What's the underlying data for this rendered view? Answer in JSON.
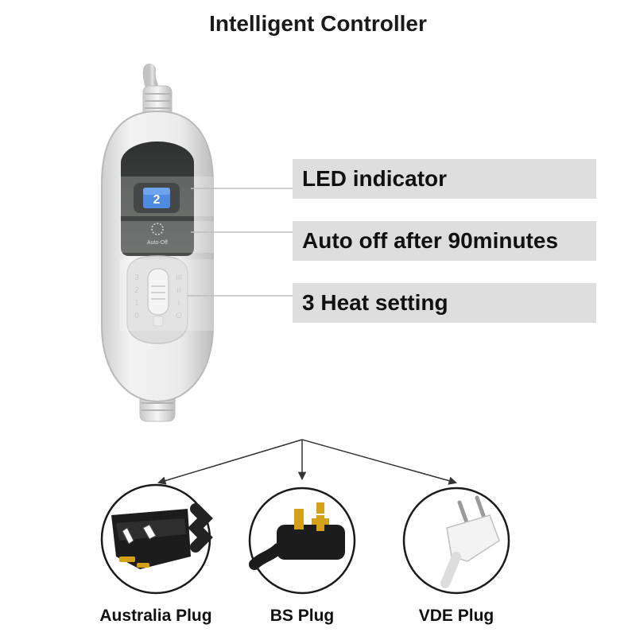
{
  "title": "Intelligent Controller",
  "callouts": {
    "led": "LED indicator",
    "auto_off": "Auto off after 90minutes",
    "heat": "3 Heat setting"
  },
  "controller": {
    "display_digit": "2",
    "auto_off_label": "Auto-Off",
    "heat_levels_left": [
      "3",
      "2",
      "1",
      "0"
    ],
    "heat_levels_right": [
      "III",
      "II",
      "I",
      "O"
    ]
  },
  "plugs": {
    "australia": "Australia Plug",
    "bs": "BS Plug",
    "vde": "VDE Plug"
  },
  "colors": {
    "controller_body": "#e6e6e6",
    "display_panel": "#3a3d3b",
    "led_screen": "#1e6bd8",
    "callout_bg": "#dedede"
  }
}
